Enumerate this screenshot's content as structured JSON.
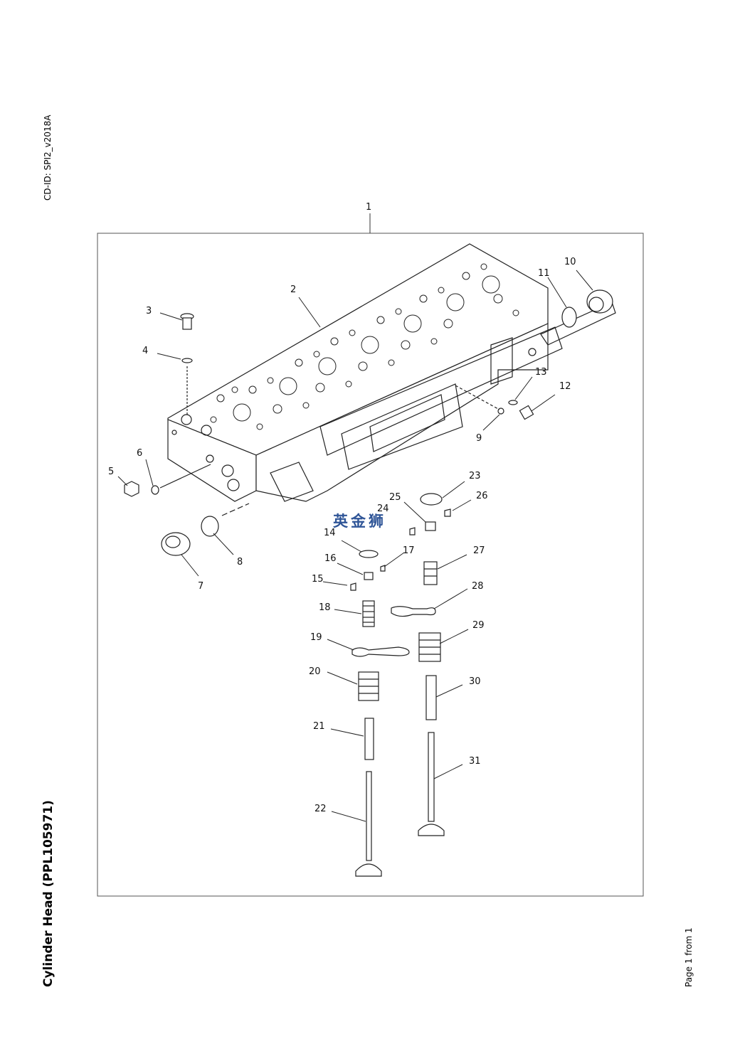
{
  "document": {
    "cd_id": "CD-ID: SPI2_v2018A",
    "title": "Cylinder Head (PPL105971)",
    "page_label": "Page 1 from 1",
    "watermark": "英金狮"
  },
  "callouts": [
    "1",
    "2",
    "3",
    "4",
    "5",
    "6",
    "7",
    "8",
    "9",
    "10",
    "11",
    "12",
    "13",
    "14",
    "15",
    "16",
    "17",
    "18",
    "19",
    "20",
    "21",
    "22",
    "23",
    "24",
    "25",
    "26",
    "27",
    "28",
    "29",
    "30",
    "31"
  ]
}
